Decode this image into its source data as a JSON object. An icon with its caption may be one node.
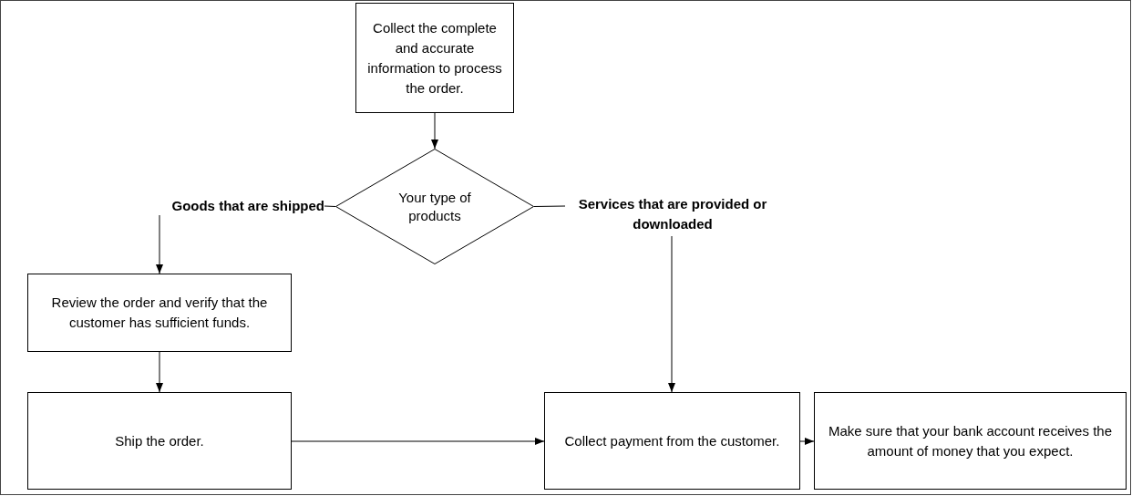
{
  "diagram": {
    "nodes": [
      {
        "text": [
          "Collect the complete and accurate information to process the order."
        ]
      },
      {
        "text": [
          "Your type of products"
        ]
      },
      {
        "text": [
          "Goods that are shipped"
        ]
      },
      {
        "text": [
          "Services that are provided or downloaded"
        ]
      },
      {
        "text": [
          "Review the order and verify that the customer has sufficient funds."
        ]
      },
      {
        "text": [
          "Ship the order."
        ]
      },
      {
        "text": [
          "Collect payment from the customer."
        ]
      },
      {
        "text": [
          "Make sure that your bank account receives the amount of money that you expect."
        ]
      }
    ],
    "edges": [
      {
        "from": 0,
        "to": 1,
        "arrow": "to"
      },
      {
        "from": 1,
        "to": 2,
        "arrow": "none"
      },
      {
        "from": 1,
        "to": 3,
        "arrow": "none"
      },
      {
        "from": 2,
        "to": 4,
        "arrow": "to"
      },
      {
        "from": 3,
        "to": 6,
        "arrow": "to"
      },
      {
        "from": 4,
        "to": 5,
        "arrow": "to"
      },
      {
        "from": 5,
        "to": 6,
        "arrow": "to"
      },
      {
        "from": 6,
        "to": 7,
        "arrow": "to"
      }
    ]
  }
}
